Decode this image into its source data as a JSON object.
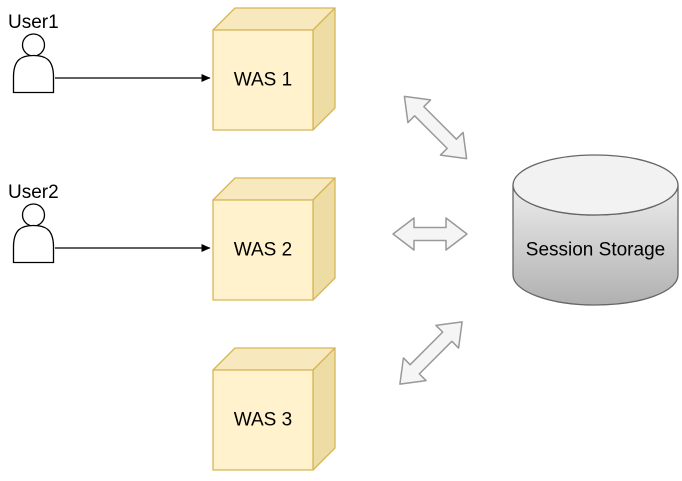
{
  "diagram": {
    "background": "#ffffff",
    "users": [
      {
        "label": "User1"
      },
      {
        "label": "User2"
      }
    ],
    "servers": [
      {
        "label": "WAS 1"
      },
      {
        "label": "WAS 2"
      },
      {
        "label": "WAS 3"
      }
    ],
    "storage": {
      "label": "Session Storage"
    },
    "connections": [
      {
        "from": "User1",
        "to": "WAS 1",
        "style": "directed-arrow"
      },
      {
        "from": "User2",
        "to": "WAS 2",
        "style": "directed-arrow"
      },
      {
        "from": "WAS 1",
        "to": "Session Storage",
        "style": "bidirectional-block-arrow"
      },
      {
        "from": "WAS 2",
        "to": "Session Storage",
        "style": "bidirectional-block-arrow"
      },
      {
        "from": "WAS 3",
        "to": "Session Storage",
        "style": "bidirectional-block-arrow"
      }
    ],
    "colors": {
      "cube_front": "#FFF2CC",
      "cube_top": "#F7E9BD",
      "cube_side": "#EDDCA4",
      "cube_stroke": "#D6B656",
      "double_arrow_fill": "#F5F5F5",
      "double_arrow_stroke": "#999999",
      "cylinder_top_face": "#F2F2F2",
      "cylinder_gradient_top": "#EDEDED",
      "cylinder_gradient_bottom": "#B0B0B0",
      "cylinder_stroke": "#666666",
      "connector": "#000000",
      "label": "#000000"
    }
  }
}
